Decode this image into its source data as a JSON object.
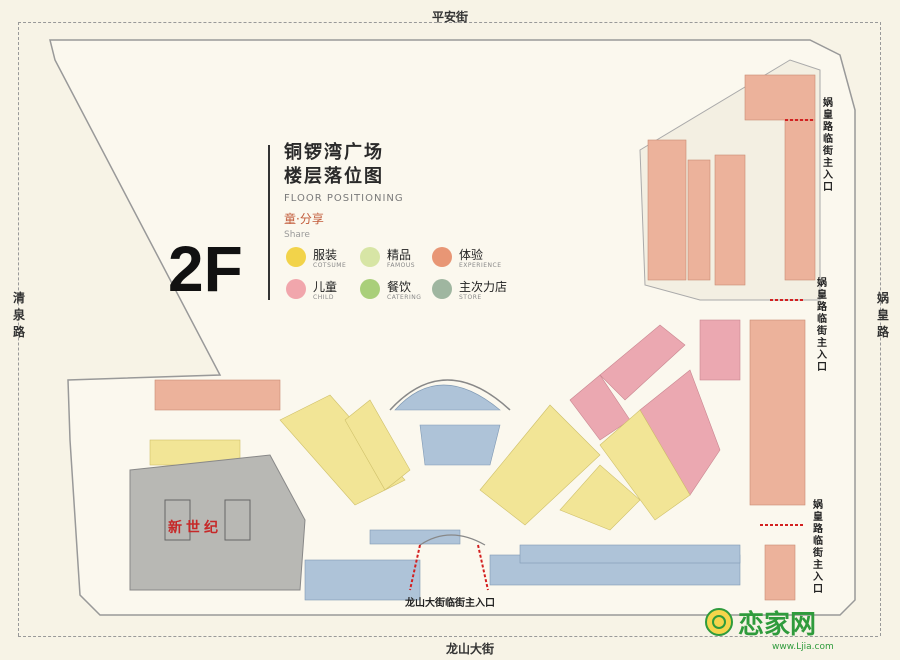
{
  "streets": {
    "north": "平安街",
    "south": "龙山大街",
    "west": "清泉路",
    "east": "娲皇路"
  },
  "title": {
    "line1": "铜锣湾广场",
    "line2": "楼层落位图",
    "english": "FLOOR POSITIONING"
  },
  "theme": {
    "name": "童·分享",
    "english": "Share"
  },
  "floor_label": "2F",
  "legend": [
    {
      "cn": "服装",
      "en": "COTSUME",
      "color": "#f2d34a",
      "icon": "shirt-icon"
    },
    {
      "cn": "精品",
      "en": "FAMOUS",
      "color": "#d7e5a5",
      "icon": "diamond-icon"
    },
    {
      "cn": "体验",
      "en": "EXPERIENCE",
      "color": "#e89675",
      "icon": "experience-icon"
    },
    {
      "cn": "儿童",
      "en": "CHILD",
      "color": "#f1a6ac",
      "icon": "child-icon"
    },
    {
      "cn": "餐饮",
      "en": "CATERING",
      "color": "#a9cf7a",
      "icon": "catering-icon"
    },
    {
      "cn": "主次力店",
      "en": "STORE",
      "color": "#9fb6a0",
      "icon": "store-icon"
    }
  ],
  "entrances": {
    "east_upper": "娲皇路临街主入口",
    "east_middle": "娲皇路临街主入口",
    "east_lower": "娲皇路临街主入口",
    "south": "龙山大街临街主入口"
  },
  "anchor_tenant": "新世纪",
  "watermark": {
    "brand": "恋家网",
    "url": "www.Ljia.com"
  },
  "colors": {
    "background": "#f7f3e6",
    "building": "#fbf8ee",
    "orange_units": "#ecb29b",
    "pink_units": "#eba8b1",
    "yellow_units": "#f2e596",
    "blue_units": "#aec3d8",
    "grey_anchor": "#b8b8b4",
    "entrance_arrow": "#d32020"
  }
}
